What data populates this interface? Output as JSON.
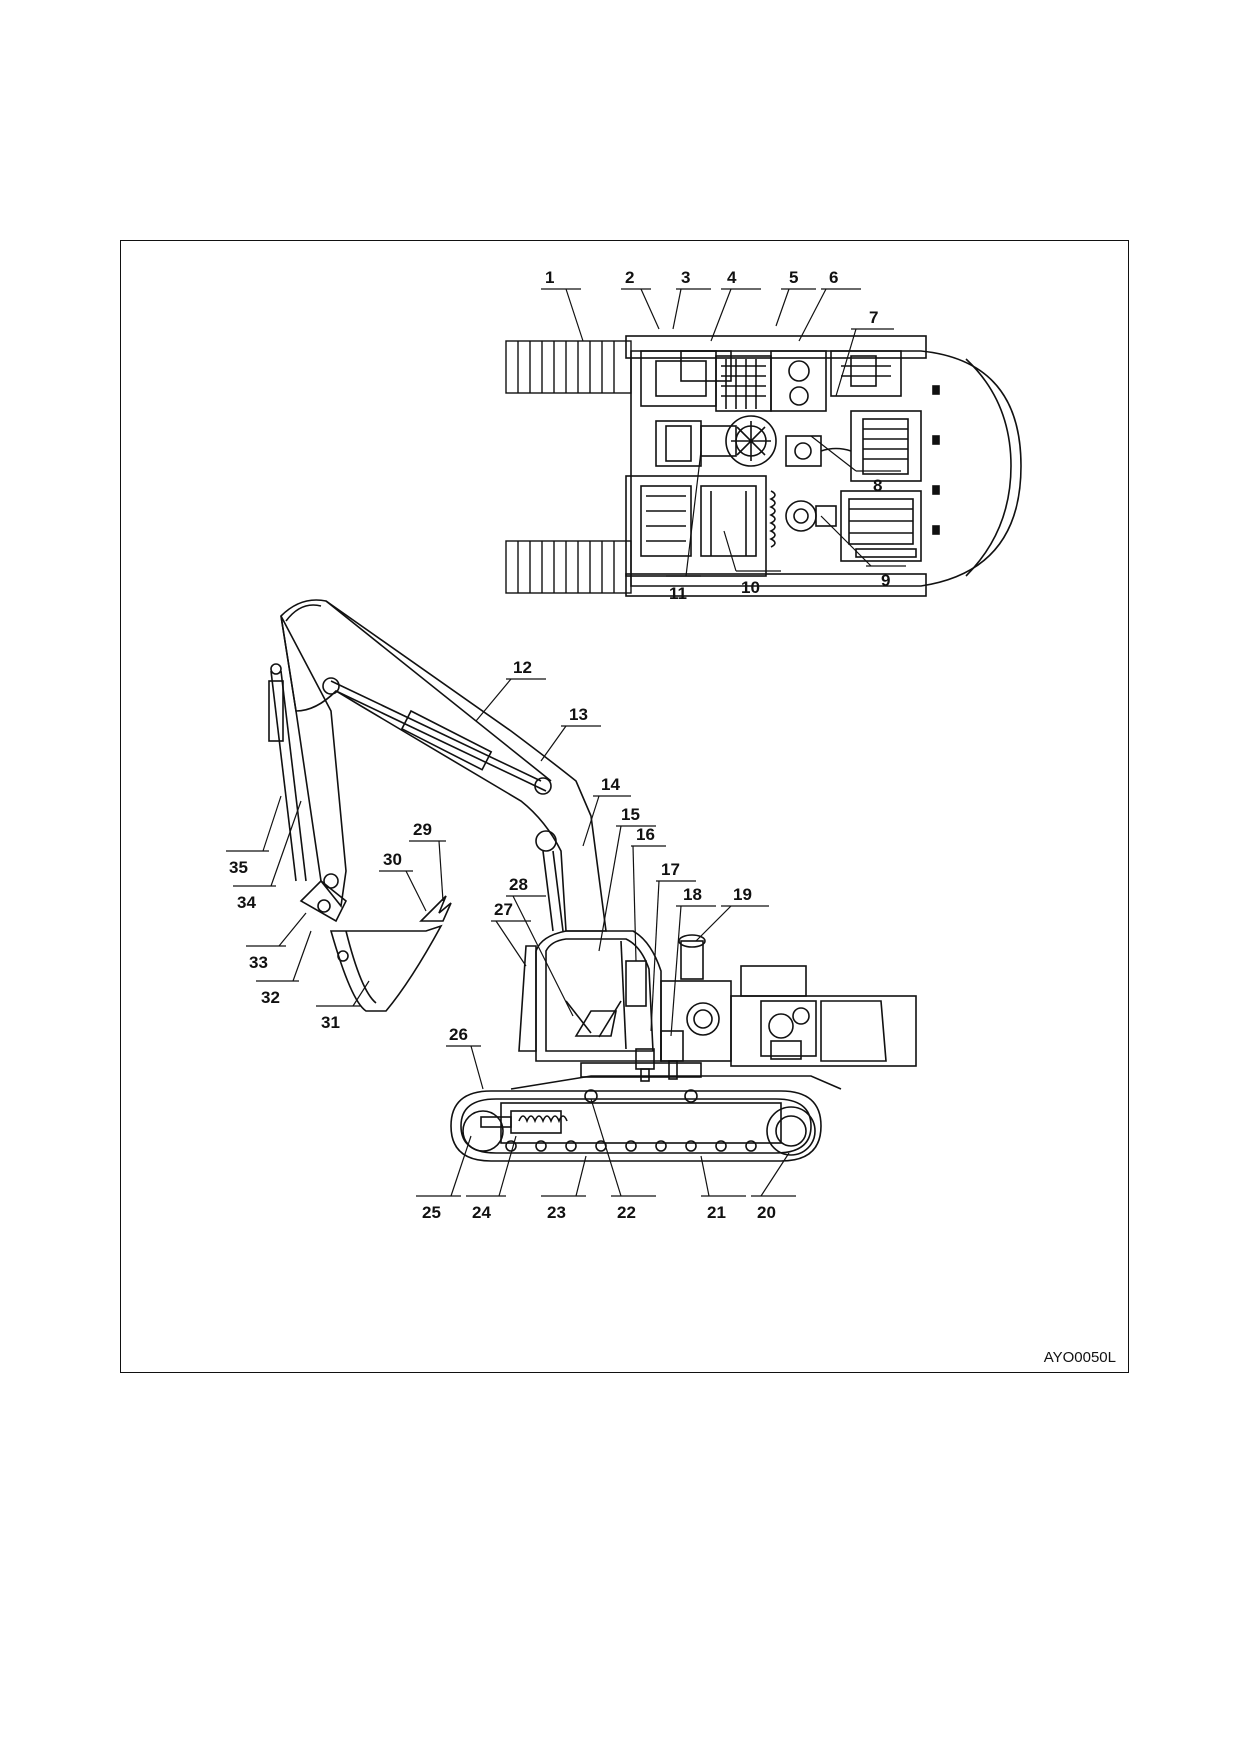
{
  "figure_code": "AYO0050L",
  "callouts": [
    "1",
    "2",
    "3",
    "4",
    "5",
    "6",
    "7",
    "8",
    "9",
    "10",
    "11",
    "12",
    "13",
    "14",
    "15",
    "16",
    "17",
    "18",
    "19",
    "20",
    "21",
    "22",
    "23",
    "24",
    "25",
    "26",
    "27",
    "28",
    "29",
    "30",
    "31",
    "32",
    "33",
    "34",
    "35"
  ],
  "colors": {
    "line": "#111111",
    "background": "#ffffff"
  }
}
